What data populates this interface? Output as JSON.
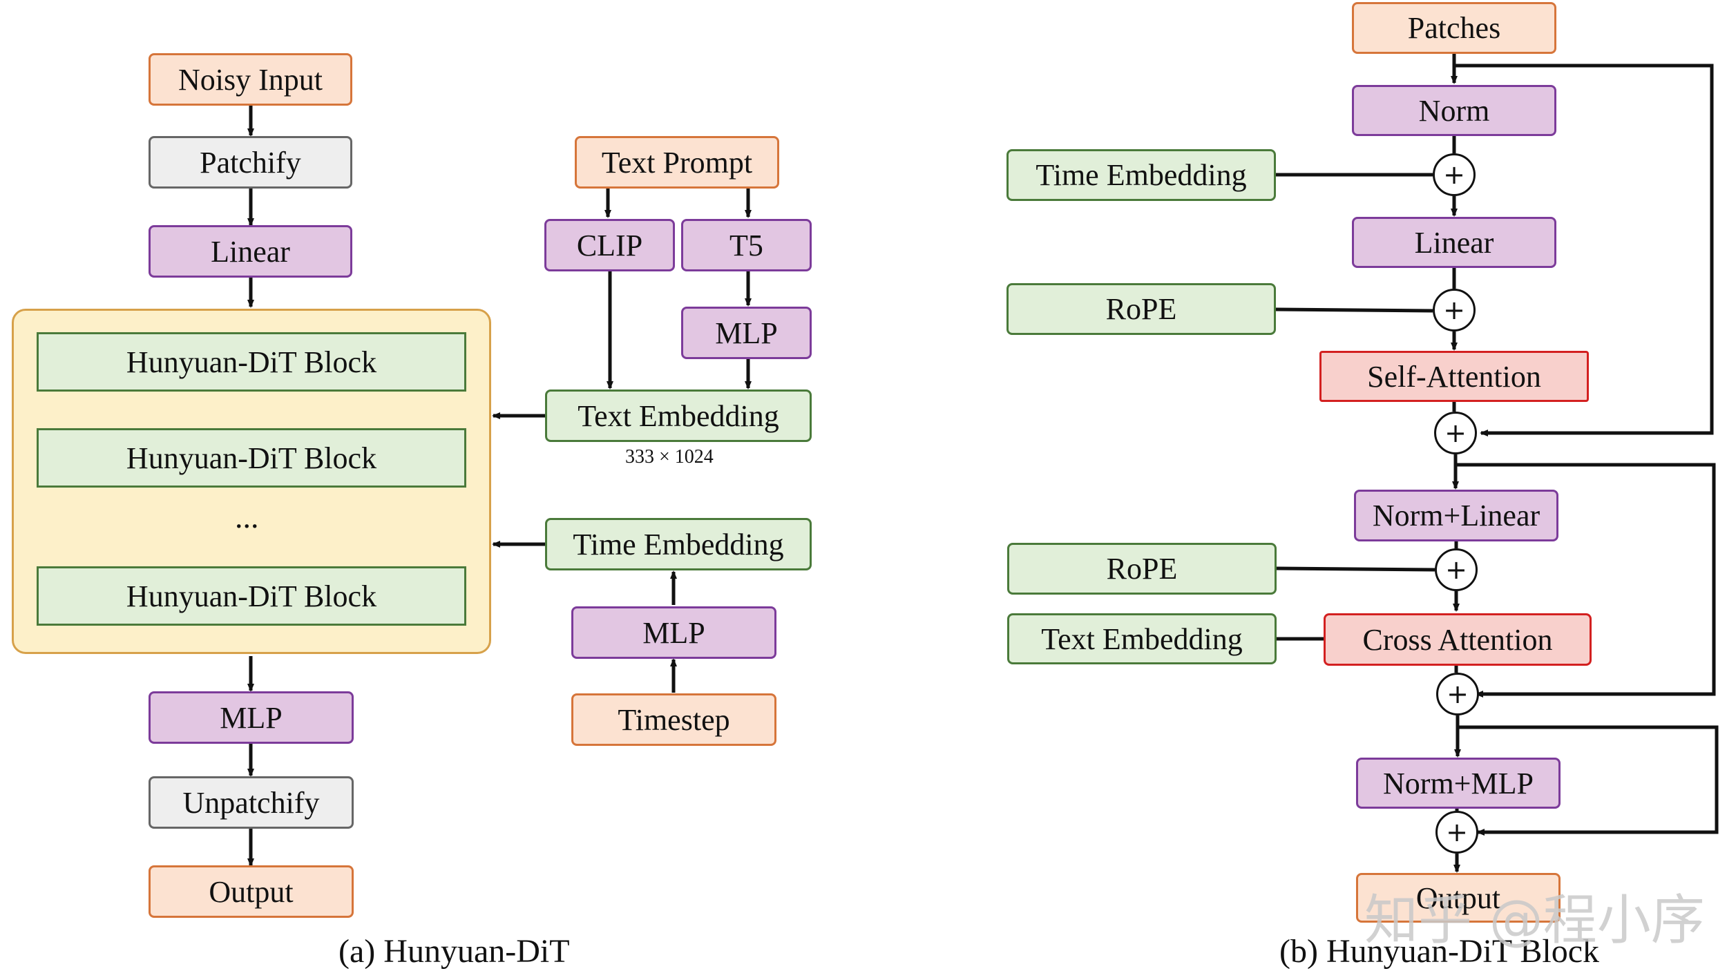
{
  "left": {
    "noisy_input": "Noisy Input",
    "patchify": "Patchify",
    "linear": "Linear",
    "block": "Hunyuan-DiT Block",
    "ellipsis": "...",
    "mlp": "MLP",
    "unpatchify": "Unpatchify",
    "output": "Output",
    "text_prompt": "Text Prompt",
    "clip": "CLIP",
    "t5": "T5",
    "text_embedding": "Text Embedding",
    "text_embedding_dim": "333 × 1024",
    "time_embedding": "Time Embedding",
    "timestep": "Timestep",
    "caption": "(a) Hunyuan-DiT"
  },
  "right": {
    "patches": "Patches",
    "norm": "Norm",
    "time_embedding": "Time Embedding",
    "linear": "Linear",
    "rope": "RoPE",
    "self_attention": "Self-Attention",
    "norm_linear": "Norm+Linear",
    "text_embedding": "Text Embedding",
    "cross_attention": "Cross Attention",
    "norm_mlp": "Norm+MLP",
    "output": "Output",
    "plus": "+",
    "caption": "(b) Hunyuan-DiT Block"
  },
  "watermark": "知乎 @程小序"
}
